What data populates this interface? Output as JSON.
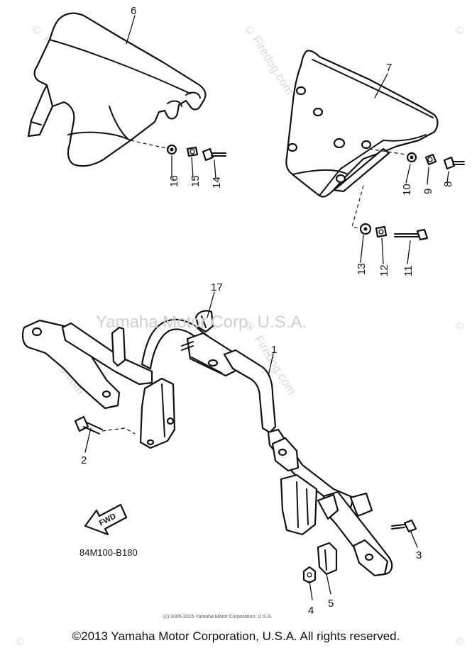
{
  "diagram": {
    "watermark": "Yamaha Motor Corp, U.S.A.",
    "site_watermark": "Firedog.com",
    "site_symbol": "©",
    "drawing_code": "84M100-B180",
    "forward_label": "FWD",
    "fine_copyright": "(c) 2005-2015 Yamaha Motor Corporation, U.S.A.",
    "callouts": [
      "1",
      "2",
      "3",
      "4",
      "5",
      "6",
      "7",
      "8",
      "9",
      "10",
      "11",
      "12",
      "13",
      "14",
      "15",
      "16",
      "17"
    ]
  },
  "footer": {
    "copyright": "©2013 Yamaha Motor Corporation, U.S.A. All rights reserved."
  }
}
